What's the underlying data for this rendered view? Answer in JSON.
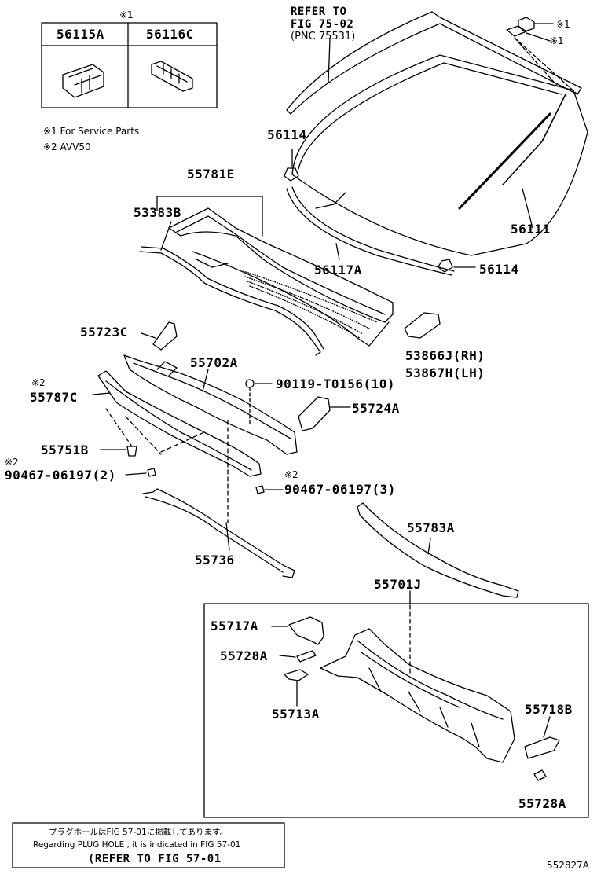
{
  "service_parts_box": {
    "mark": "※1",
    "parts": [
      "56115A",
      "56116C"
    ]
  },
  "notes": [
    "※1 For Service Parts",
    "※2 AVV50"
  ],
  "refer_top": [
    "REFER TO",
    "FIG 75-02",
    "(PNC 75531)"
  ],
  "marks": {
    "m1": "※1",
    "m2": "※2"
  },
  "part_labels": {
    "p56114_top": "56114",
    "p56111": "56111",
    "p56117A": "56117A",
    "p56114_bot": "56114",
    "p55781E": "55781E",
    "p53383B": "53383B",
    "p55723C": "55723C",
    "p53866J": "53866J(RH)",
    "p53867H": "53867H(LH)",
    "p55702A": "55702A",
    "p90119": "90119-T0156(10)",
    "p55787C": "55787C",
    "p55724A": "55724A",
    "p55751B": "55751B",
    "p90467_2": "90467-06197(2)",
    "p90467_3": "90467-06197(3)",
    "p55736": "55736",
    "p55783A": "55783A",
    "p55701J": "55701J",
    "p55717A": "55717A",
    "p55728A_1": "55728A",
    "p55713A": "55713A",
    "p55718B": "55718B",
    "p55728A_2": "55728A"
  },
  "bottom_note": {
    "jp": "プラグホールはFIG 57-01に掲載してあります。",
    "en": "Regarding PLUG HOLE , it is indicated in FIG 57-01",
    "refer": "(REFER TO FIG 57-01"
  },
  "figure_id": "552827A"
}
